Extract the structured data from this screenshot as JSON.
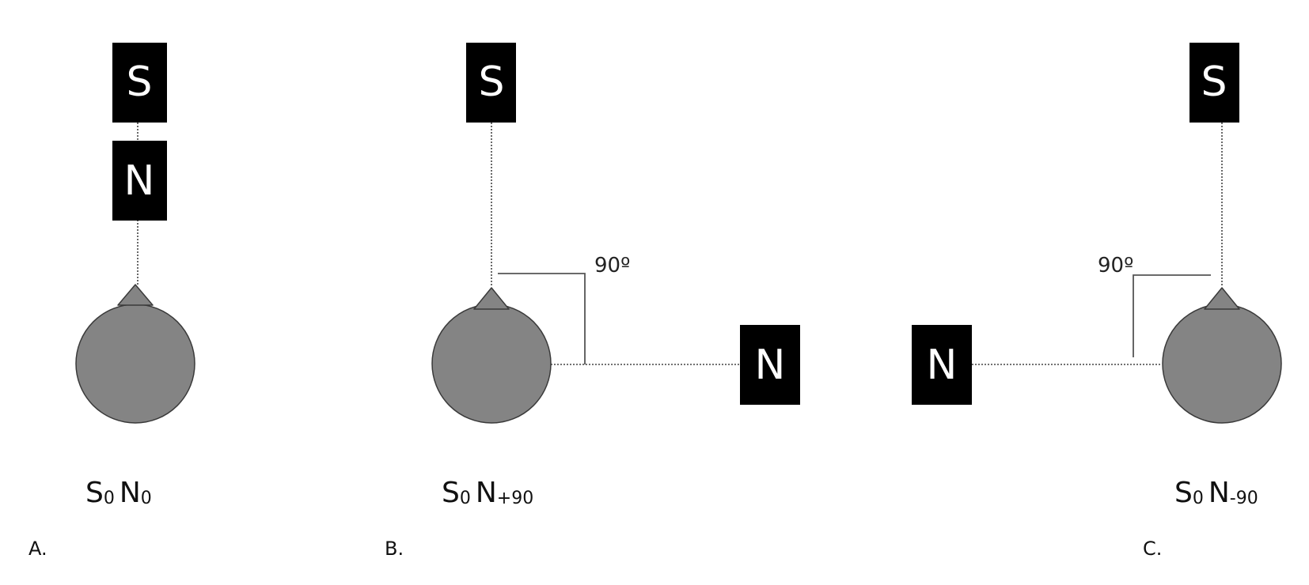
{
  "magnets": {
    "south": "S",
    "north": "N"
  },
  "panels": [
    {
      "letter": "A.",
      "label_s": "S",
      "sub_s": "0",
      "label_n": "N",
      "sub_n": "0",
      "angle": ""
    },
    {
      "letter": "B.",
      "label_s": "S",
      "sub_s": "0",
      "label_n": "N",
      "sub_n": "+90",
      "angle": "90º"
    },
    {
      "letter": "C.",
      "label_s": "S",
      "sub_s": "0",
      "label_n": "N",
      "sub_n": "-90",
      "angle": "90º"
    }
  ],
  "colors": {
    "head": "#848484",
    "magnet": "#000000",
    "magnet_text": "#ffffff"
  }
}
